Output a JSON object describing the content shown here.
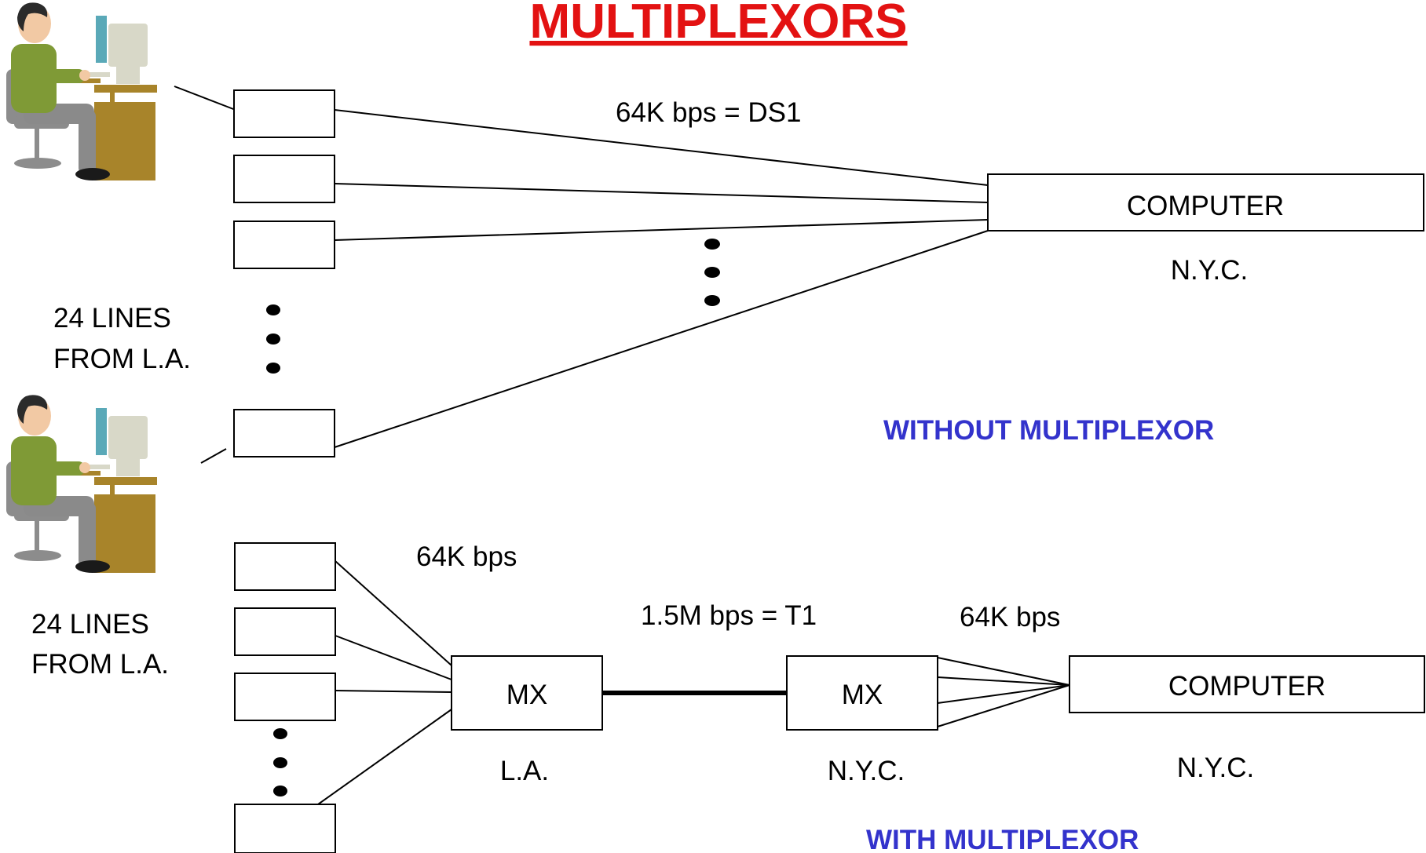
{
  "title": "MULTIPLEXORS",
  "colors": {
    "title": "#e31212",
    "section": "#3333cc",
    "skin": "#f2c9a4",
    "hair": "#2b2b2b",
    "shirt": "#7f9a36",
    "pants": "#8a8a8a",
    "shoe": "#1a1a1a",
    "chair": "#8c8c8c",
    "desk": "#a8842a",
    "monitor": "#d8d8c8",
    "screen": "#5aa9b8"
  },
  "top_diagram": {
    "link_label": "64K bps = DS1",
    "lines_label_1": "24 LINES",
    "lines_label_2": "FROM  L.A.",
    "computer_label": "COMPUTER",
    "computer_location": "N.Y.C.",
    "section_label": "WITHOUT MULTIPLEXOR"
  },
  "bottom_diagram": {
    "lines_label_1": "24 LINES",
    "lines_label_2": "FROM  L.A.",
    "input_rate_label": "64K bps",
    "trunk_label": "1.5M bps = T1",
    "output_rate_label": "64K bps",
    "mx_left_label": "MX",
    "mx_left_location": "L.A.",
    "mx_right_label": "MX",
    "mx_right_location": "N.Y.C.",
    "computer_label": "COMPUTER",
    "computer_location": "N.Y.C.",
    "section_label": "WITH MULTIPLEXOR"
  },
  "icons": {
    "top_user": "person-at-computer-icon",
    "bottom_user": "person-at-computer-icon"
  }
}
